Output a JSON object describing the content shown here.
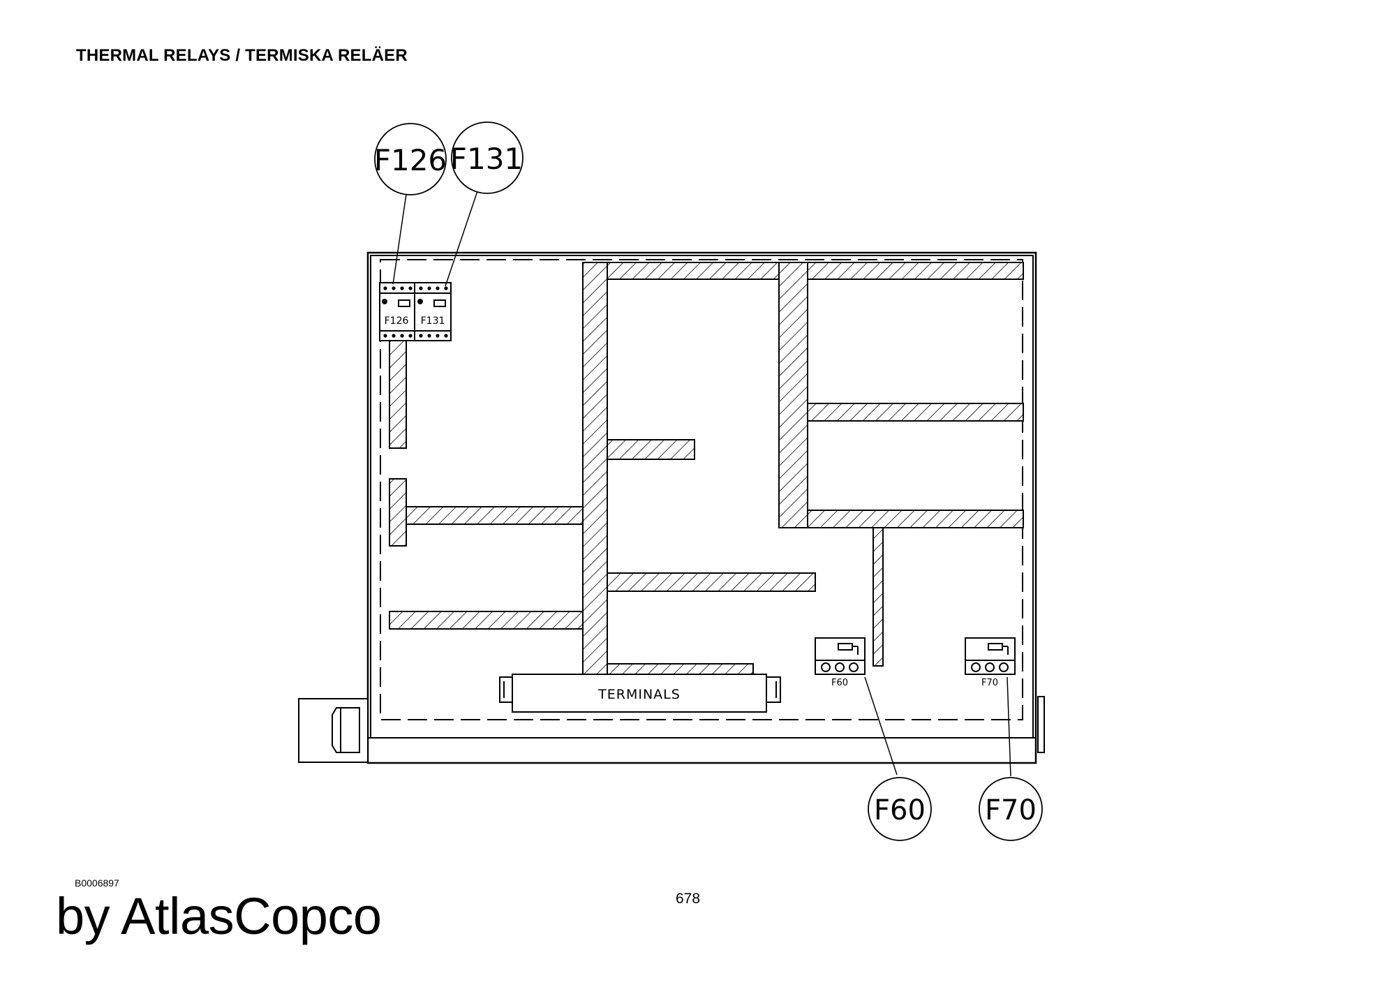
{
  "page": {
    "title": "THERMAL RELAYS / TERMISKA RELÄER",
    "doc_id": "B0006897",
    "page_number": "678",
    "brand": "by AtlasCopco"
  },
  "diagram": {
    "callouts": {
      "f126": "F126",
      "f131": "F131",
      "f60": "F60",
      "f70": "F70"
    },
    "relay_labels": {
      "f126": "F126",
      "f131": "F131",
      "f60": "F60",
      "f70": "F70"
    },
    "terminals_label": "TERMINALS"
  }
}
